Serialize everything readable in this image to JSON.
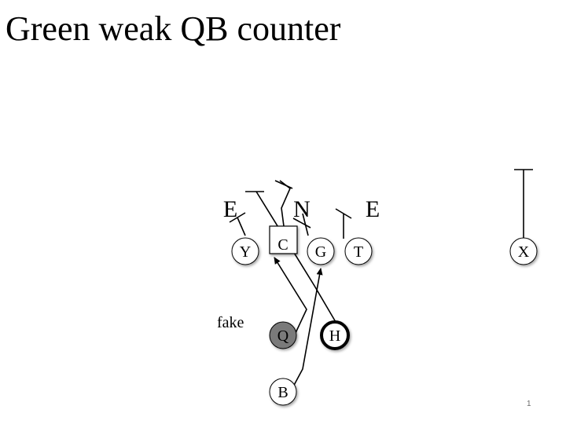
{
  "slide": {
    "title": "Green weak QB counter",
    "page_number": "1"
  },
  "defense": {
    "left_end": "E",
    "nose": "N",
    "right_end": "E"
  },
  "offense": {
    "tight_end": "Y",
    "center": "C",
    "guard": "G",
    "tackle": "T",
    "split_end": "X",
    "quarterback": "Q",
    "halfback": "H",
    "fullback": "B"
  },
  "annotations": {
    "fake_label": "fake"
  },
  "colors": {
    "qb_fill": "#7a7a7a",
    "line": "#000000"
  }
}
